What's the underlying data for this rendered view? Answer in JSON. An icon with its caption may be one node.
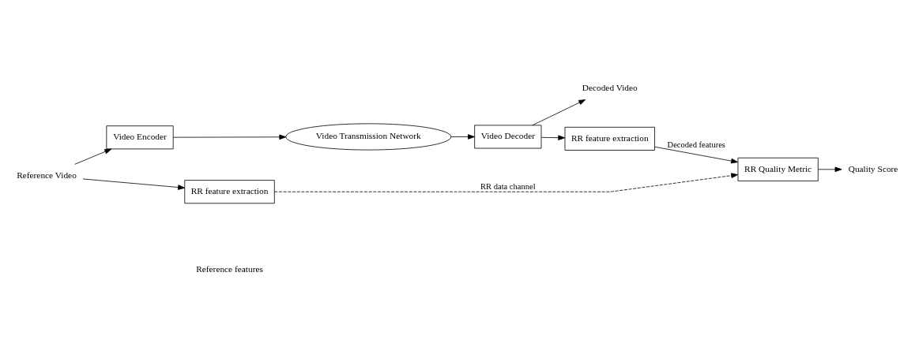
{
  "diagram": {
    "nodes": [
      {
        "text": [
          "Reference Video"
        ]
      },
      {
        "text": [
          "Video Encoder"
        ]
      },
      {
        "text": [
          "Video Transmission Network"
        ]
      },
      {
        "text": [
          "Video Decoder"
        ]
      },
      {
        "text": [
          "Decoded Video"
        ]
      },
      {
        "text": [
          "RR feature extraction"
        ]
      },
      {
        "text": [
          "RR feature extraction"
        ]
      },
      {
        "text": [
          "RR Quality Metric"
        ]
      },
      {
        "text": [
          "Quality Score"
        ]
      }
    ],
    "edges": [
      {
        "from": 0,
        "to": 1,
        "arrow": "to"
      },
      {
        "from": 0,
        "to": 6,
        "arrow": "to"
      },
      {
        "from": 1,
        "to": 2,
        "arrow": "to"
      },
      {
        "from": 2,
        "to": 3,
        "arrow": "to"
      },
      {
        "from": 3,
        "to": 4,
        "arrow": "to"
      },
      {
        "from": 3,
        "to": 5,
        "arrow": "to"
      },
      {
        "from": 5,
        "to": 7,
        "arrow": "to",
        "label": "Decoded features"
      },
      {
        "from": 6,
        "to": 7,
        "arrow": "to",
        "label": "RR data channel",
        "style": "dashed"
      },
      {
        "from": 7,
        "to": 8,
        "arrow": "to"
      }
    ],
    "labels": [
      "Reference features"
    ]
  }
}
